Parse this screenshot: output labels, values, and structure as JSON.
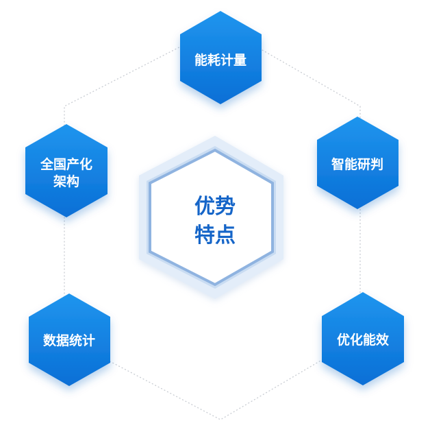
{
  "colors": {
    "node_fill_top": "#1f95ee",
    "node_fill_bottom": "#0a6fd6",
    "node_text": "#ffffff",
    "center_outer": "#e3edf9",
    "center_ring": "#8fb3e0",
    "center_inner": "#ffffff",
    "center_text": "#1565c8",
    "connector": "#c8ccd2"
  },
  "center": {
    "line1": "优势",
    "line2": "特点"
  },
  "nodes": {
    "top": {
      "label": "能耗计量"
    },
    "upper_right": {
      "label": "智能研判"
    },
    "lower_right": {
      "label": "优化能效"
    },
    "lower_left": {
      "label": "数据统计"
    },
    "upper_left": {
      "line1": "全国产化",
      "line2": "架构"
    }
  }
}
